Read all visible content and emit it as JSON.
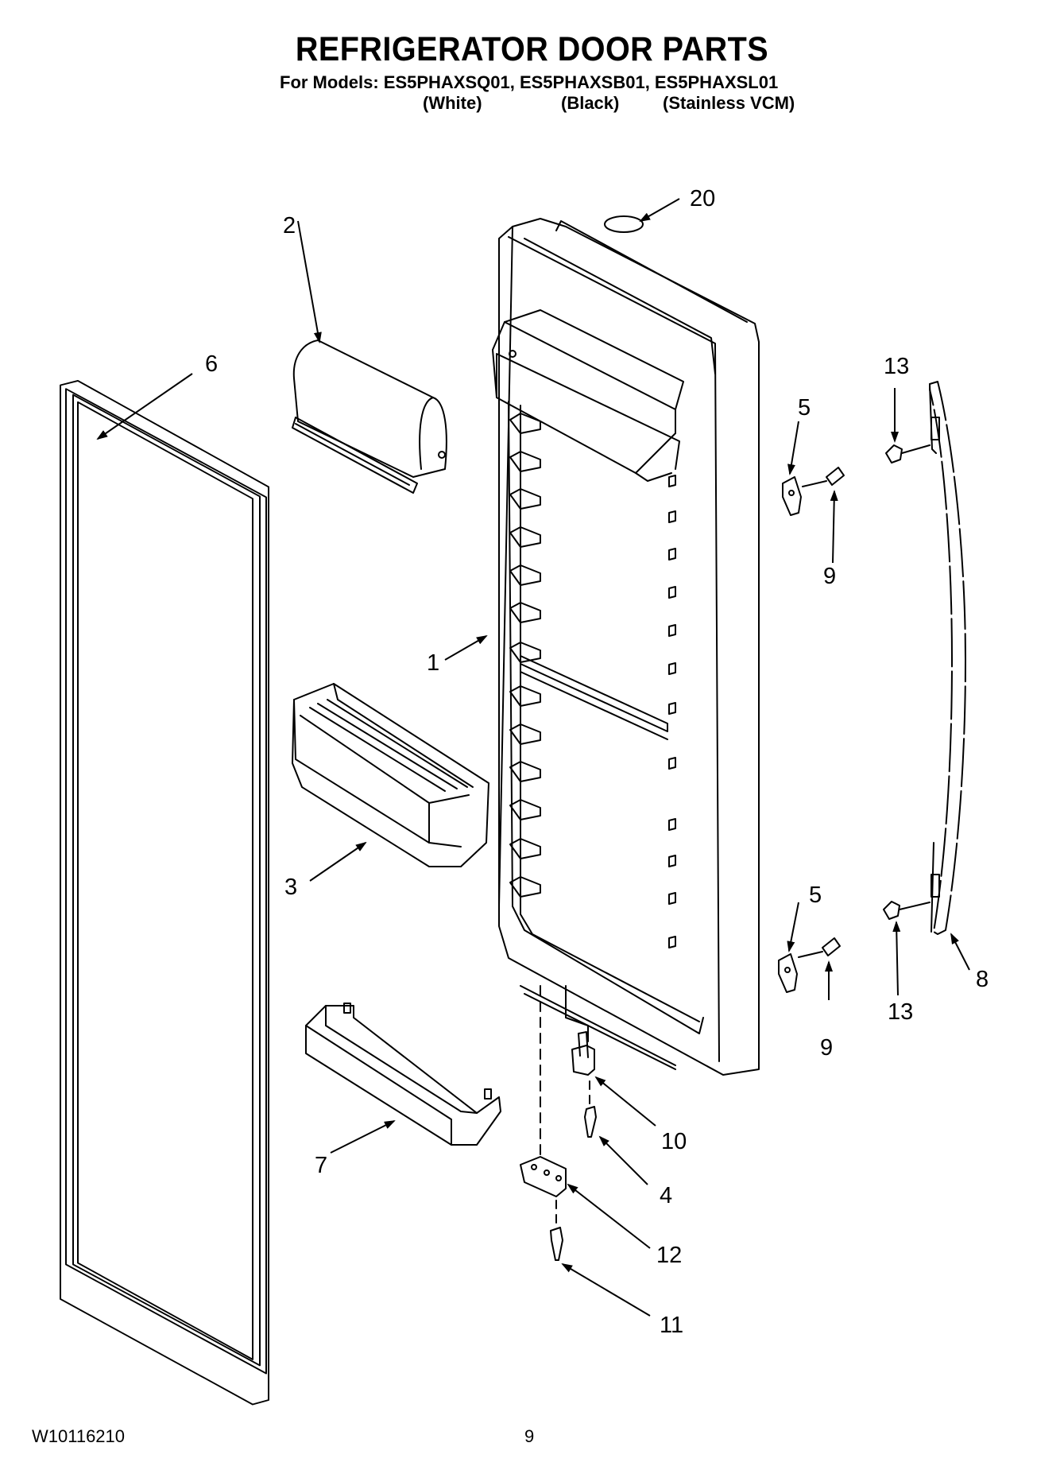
{
  "header": {
    "title": "REFRIGERATOR DOOR PARTS",
    "models": "For Models: ES5PHAXSQ01, ES5PHAXSB01, ES5PHAXSL01",
    "variants": [
      "(White)",
      "(Black)",
      "(Stainless VCM)"
    ]
  },
  "callouts": {
    "c1": "1",
    "c2": "2",
    "c3": "3",
    "c4": "4",
    "c5a": "5",
    "c5b": "5",
    "c6": "6",
    "c7": "7",
    "c8": "8",
    "c9a": "9",
    "c9b": "9",
    "c10": "10",
    "c11": "11",
    "c12": "12",
    "c13a": "13",
    "c13b": "13",
    "c20": "20"
  },
  "footer": {
    "doc_number": "W10116210",
    "page_number": "9"
  }
}
